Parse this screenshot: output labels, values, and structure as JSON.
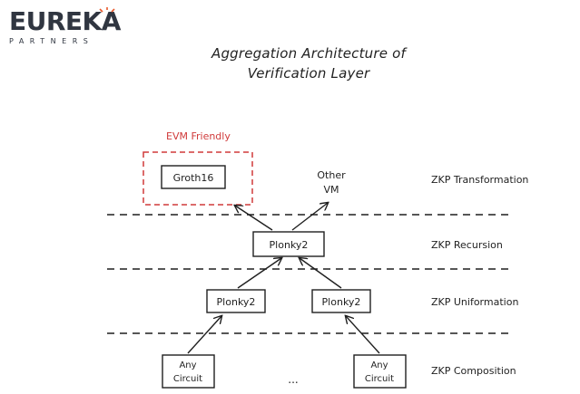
{
  "logo": {
    "name": "EUREKA",
    "subtitle": "PARTNERS"
  },
  "title": {
    "line1": "Aggregation Architecture of",
    "line2": "Verification Layer"
  },
  "highlight": {
    "label": "EVM Friendly",
    "color": "#d03a3a"
  },
  "nodes": {
    "groth16": "Groth16",
    "other_vm_line1": "Other",
    "other_vm_line2": "VM",
    "plonky2_top": "Plonky2",
    "plonky2_left": "Plonky2",
    "plonky2_right": "Plonky2",
    "any_left_line1": "Any",
    "any_left_line2": "Circuit",
    "any_right_line1": "Any",
    "any_right_line2": "Circuit",
    "ellipsis": "..."
  },
  "layers": {
    "transformation": "ZKP Transformation",
    "recursion": "ZKP Recursion",
    "uniformation": "ZKP Uniformation",
    "composition": "ZKP Composition"
  }
}
